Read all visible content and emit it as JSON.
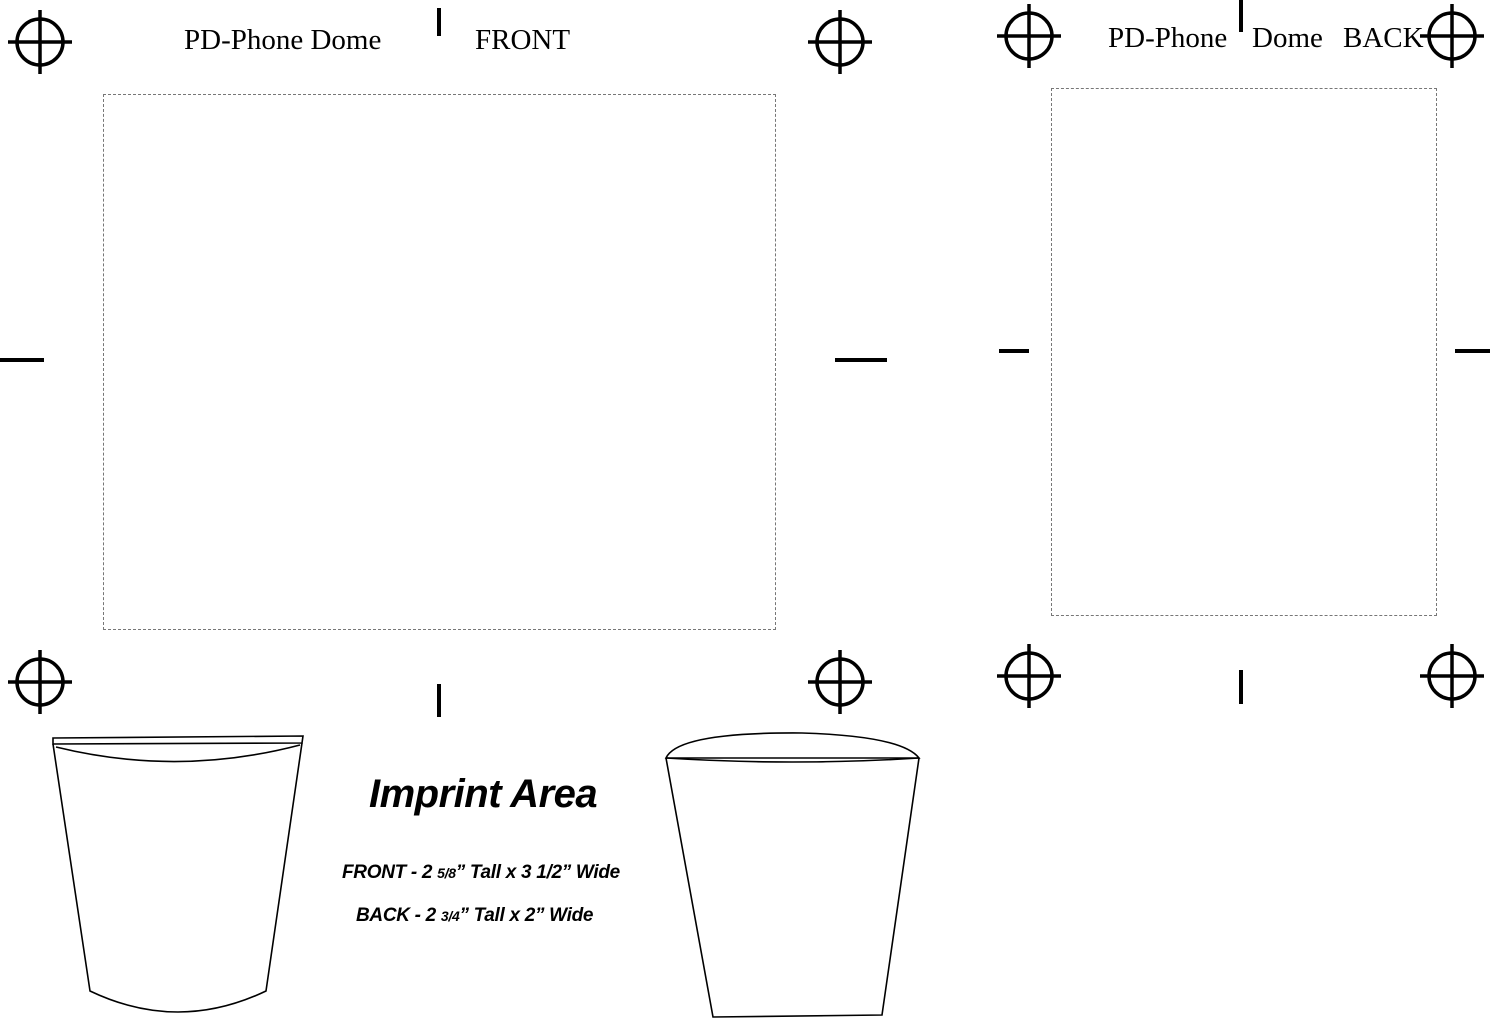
{
  "front": {
    "title_left": "PD-Phone Dome",
    "title_right": "FRONT"
  },
  "back": {
    "title_part1": "PD-Phone",
    "title_part2": "Dome",
    "title_part3": "BACK"
  },
  "imprint": {
    "heading": "Imprint Area",
    "front_label": "FRONT - 2",
    "front_frac": "5/8",
    "front_rest": "” Tall x 3 1/2” Wide",
    "back_label": "BACK - 2",
    "back_frac": "3/4",
    "back_rest": "” Tall x 2” Wide"
  },
  "icons": [
    "registration-mark-icon",
    "cup-front-icon",
    "cup-back-icon"
  ],
  "colors": {
    "ink": "#000000",
    "dashed_border": "#777777",
    "background": "#ffffff"
  }
}
